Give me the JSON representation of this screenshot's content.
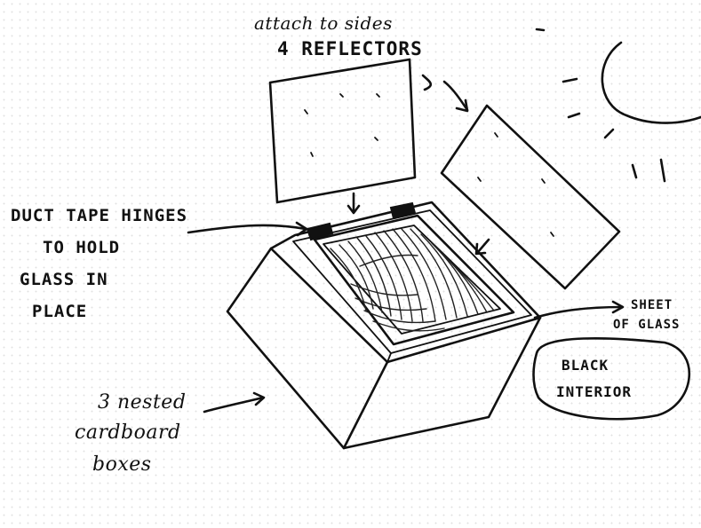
{
  "labels": {
    "reflectors_line1": "attach to sides",
    "reflectors_line2": "4 REFLECTORS",
    "hinges_line1": "DUCT TAPE HINGES",
    "hinges_line2": "TO HOLD",
    "hinges_line3": "GLASS IN",
    "hinges_line4": "PLACE",
    "glass_line1": "SHEET",
    "glass_line2": "OF GLASS",
    "interior_line1": "BLACK",
    "interior_line2": "INTERIOR",
    "boxes_line1": "3 nested",
    "boxes_line2": "cardboard",
    "boxes_line3": "boxes"
  }
}
